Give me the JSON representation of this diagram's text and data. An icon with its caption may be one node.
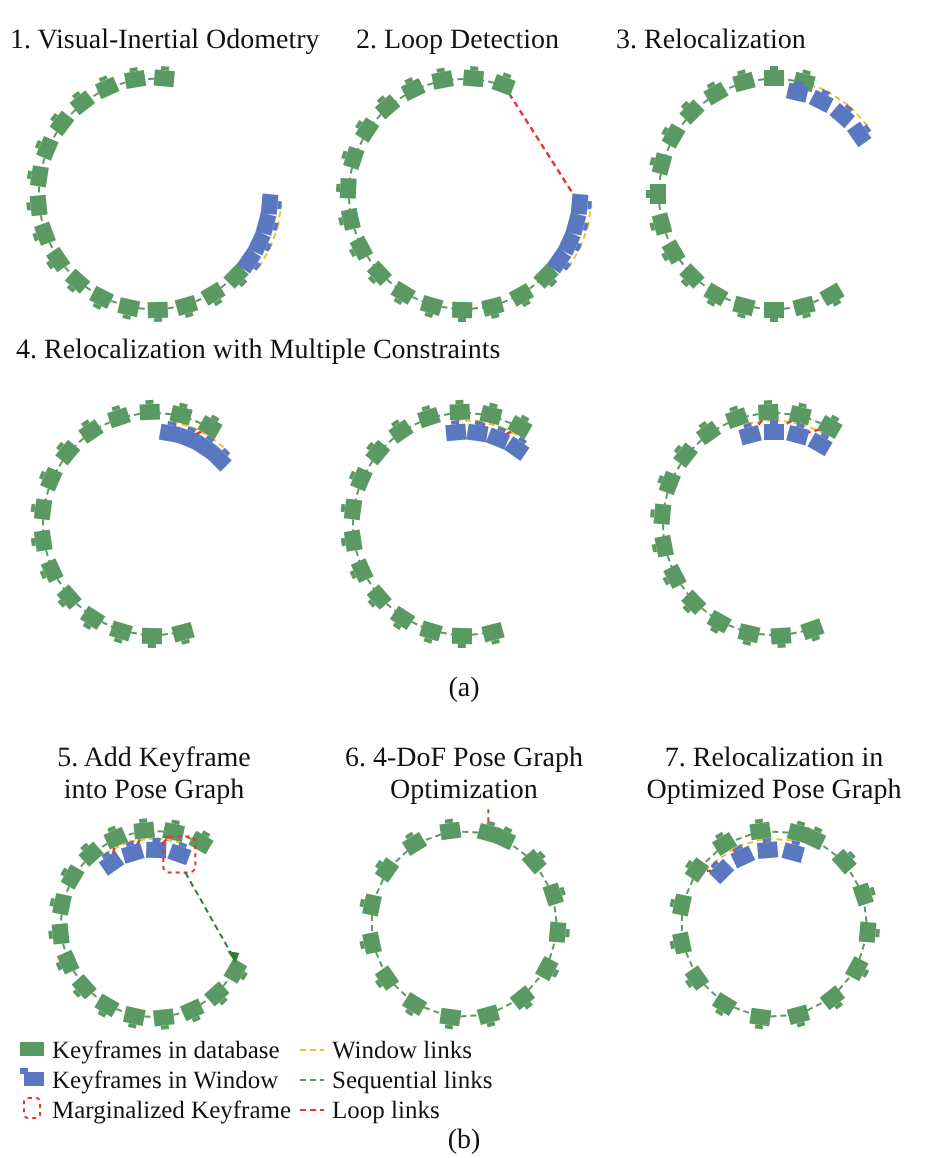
{
  "diagram": {
    "labels": [
      "1. Visual-Inertial Odometry",
      "2. Loop Detection",
      "3. Relocalization",
      "4. Relocalization with Multiple Constraints",
      "(a)",
      "5. Add Keyframe into Pose Graph",
      "6. 4-DoF Pose Graph Optimization",
      "7. Relocalization in Optimized Pose Graph",
      "(b)"
    ],
    "legend": [
      {
        "text": "Keyframes in database"
      },
      {
        "text": "Keyframes in Window"
      },
      {
        "text": "Marginalized Keyframe"
      },
      {
        "text": "Window links"
      },
      {
        "text": "Sequential links"
      },
      {
        "text": "Loop links"
      }
    ]
  }
}
